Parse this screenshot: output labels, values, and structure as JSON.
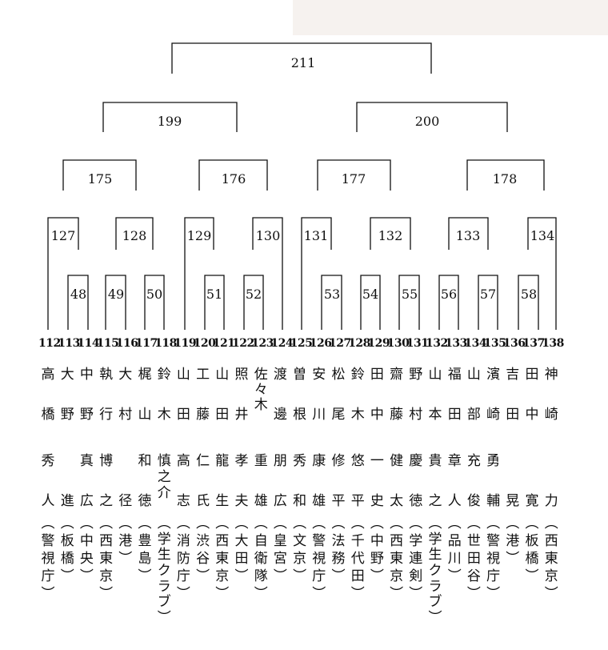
{
  "rounds": {
    "final": {
      "match": "211"
    },
    "semifinals": [
      {
        "match": "199"
      },
      {
        "match": "200"
      }
    ],
    "quarterfinals": [
      {
        "match": "175"
      },
      {
        "match": "176"
      },
      {
        "match": "177"
      },
      {
        "match": "178"
      }
    ],
    "round3": [
      {
        "match": "127"
      },
      {
        "match": "128"
      },
      {
        "match": "129"
      },
      {
        "match": "130"
      },
      {
        "match": "131"
      },
      {
        "match": "132"
      },
      {
        "match": "133"
      },
      {
        "match": "134"
      }
    ],
    "round1": [
      {
        "match": "48"
      },
      {
        "match": "49"
      },
      {
        "match": "50"
      },
      {
        "match": "51"
      },
      {
        "match": "52"
      },
      {
        "match": "53"
      },
      {
        "match": "54"
      },
      {
        "match": "55"
      },
      {
        "match": "56"
      },
      {
        "match": "57"
      },
      {
        "match": "58"
      }
    ]
  },
  "competitors": [
    {
      "seed": "112",
      "surname": "高橋",
      "given": "秀人",
      "affil": "（警視庁）"
    },
    {
      "seed": "113",
      "surname": "大野",
      "given": "進",
      "affil": "（板橋）"
    },
    {
      "seed": "114",
      "surname": "中野",
      "given": "真広",
      "affil": "（中央）"
    },
    {
      "seed": "115",
      "surname": "執行",
      "given": "博之",
      "affil": "（西東京）"
    },
    {
      "seed": "116",
      "surname": "大村",
      "given": "径",
      "affil": "（港）"
    },
    {
      "seed": "117",
      "surname": "梶山",
      "given": "和徳",
      "affil": "（豊島）"
    },
    {
      "seed": "118",
      "surname": "鈴木",
      "given": "慎之介",
      "affil": "（学生クラブ）"
    },
    {
      "seed": "119",
      "surname": "山田",
      "given": "高志",
      "affil": "（消防庁）"
    },
    {
      "seed": "120",
      "surname": "工藤",
      "given": "仁氏",
      "affil": "（渋谷）"
    },
    {
      "seed": "121",
      "surname": "山田",
      "given": "龍生",
      "affil": "（西東京）"
    },
    {
      "seed": "122",
      "surname": "照井",
      "given": "孝夫",
      "affil": "（大田）"
    },
    {
      "seed": "123",
      "surname": "佐々木",
      "given": "重雄",
      "affil": "（自衛隊）"
    },
    {
      "seed": "124",
      "surname": "渡邊",
      "given": "朋広",
      "affil": "（皇宮）"
    },
    {
      "seed": "125",
      "surname": "曽根",
      "given": "秀和",
      "affil": "（文京）"
    },
    {
      "seed": "126",
      "surname": "安川",
      "given": "康雄",
      "affil": "（警視庁）"
    },
    {
      "seed": "127",
      "surname": "松尾",
      "given": "修平",
      "affil": "（法務）"
    },
    {
      "seed": "128",
      "surname": "鈴木",
      "given": "悠平",
      "affil": "（千代田）"
    },
    {
      "seed": "129",
      "surname": "田中",
      "given": "一史",
      "affil": "（中野）"
    },
    {
      "seed": "130",
      "surname": "齋藤",
      "given": "健太",
      "affil": "（西東京）"
    },
    {
      "seed": "131",
      "surname": "野村",
      "given": "慶徳",
      "affil": "（学連剣）"
    },
    {
      "seed": "132",
      "surname": "山本",
      "given": "貴之",
      "affil": "（学生クラブ）"
    },
    {
      "seed": "133",
      "surname": "福田",
      "given": "章人",
      "affil": "（品川）"
    },
    {
      "seed": "134",
      "surname": "山部",
      "given": "充俊",
      "affil": "（世田谷）"
    },
    {
      "seed": "135",
      "surname": "濱崎",
      "given": "勇輔",
      "affil": "（警視庁）"
    },
    {
      "seed": "136",
      "surname": "吉田",
      "given": "晃",
      "affil": "（港）"
    },
    {
      "seed": "137",
      "surname": "田中",
      "given": "寛",
      "affil": "（板橋）"
    },
    {
      "seed": "138",
      "surname": "神崎",
      "given": "力",
      "affil": "（西東京）"
    }
  ]
}
